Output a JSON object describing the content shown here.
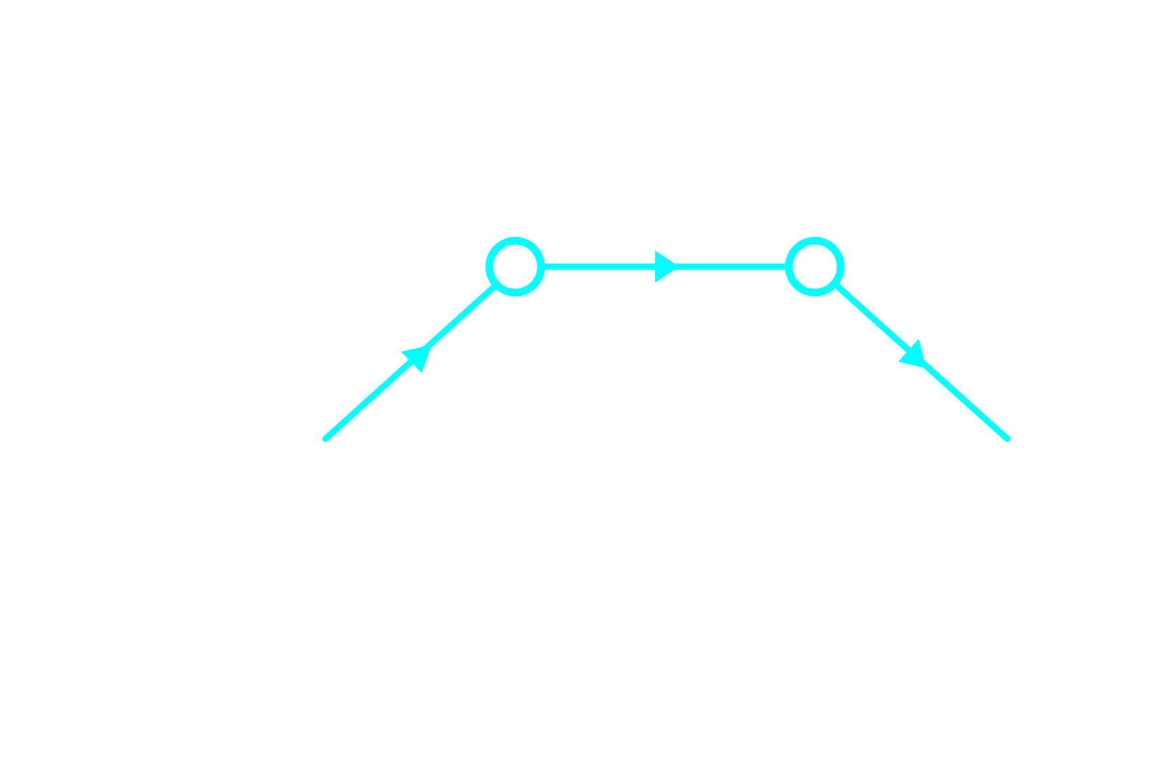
{
  "diagram": {
    "stroke_color": "#00ffff",
    "background_color": "#ffffff",
    "nodes": [
      {
        "id": "node-left",
        "kind": "open-circle"
      },
      {
        "id": "node-right",
        "kind": "open-circle"
      }
    ],
    "edges": [
      {
        "id": "edge-incoming",
        "from": "start-point",
        "to": "node-left",
        "arrow": "forward"
      },
      {
        "id": "edge-middle",
        "from": "node-left",
        "to": "node-right",
        "arrow": "forward"
      },
      {
        "id": "edge-outgoing",
        "from": "node-right",
        "to": "end-point",
        "arrow": "forward"
      }
    ]
  }
}
